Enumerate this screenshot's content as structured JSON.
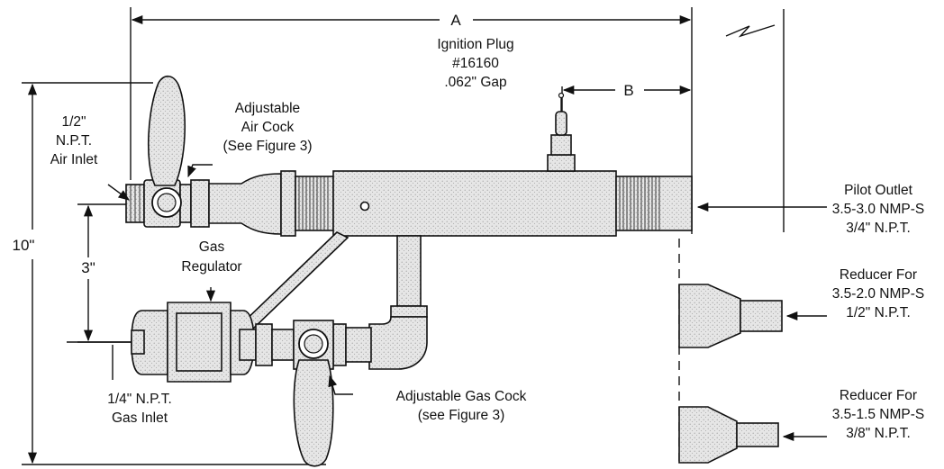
{
  "dimensions": {
    "a": "A",
    "b": "B",
    "height_10": "10\"",
    "height_3": "3\""
  },
  "labels": {
    "ignition_plug": [
      "Ignition Plug",
      "#16160",
      ".062\" Gap"
    ],
    "air_inlet": [
      "1/2\"",
      "N.P.T.",
      "Air Inlet"
    ],
    "air_cock": [
      "Adjustable",
      "Air Cock",
      "(See Figure 3)"
    ],
    "gas_regulator": [
      "Gas",
      "Regulator"
    ],
    "gas_inlet": [
      "1/4\" N.P.T.",
      "Gas Inlet"
    ],
    "gas_cock": [
      "Adjustable Gas Cock",
      "(see Figure 3)"
    ],
    "pilot_outlet": [
      "Pilot Outlet",
      "3.5-3.0 NMP-S",
      "3/4\" N.P.T."
    ],
    "reducer_2": [
      "Reducer For",
      "3.5-2.0 NMP-S",
      "1/2\" N.P.T."
    ],
    "reducer_15": [
      "Reducer For",
      "3.5-1.5 NMP-S",
      "3/8\" N.P.T."
    ]
  },
  "colors": {
    "ink": "#111111",
    "stipple": "#d9d9d9",
    "stipple_dark": "#b8b8b8"
  }
}
